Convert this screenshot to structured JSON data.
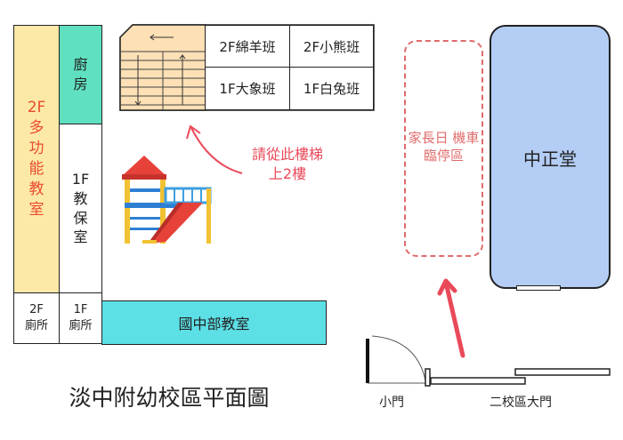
{
  "title": "淡中附幼校區平面圖",
  "rooms": {
    "multipurpose": "2F多功能教室",
    "kitchen": "廚房",
    "classroom_1f": "1F教保室",
    "toilet_2f": "2F 廁所",
    "toilet_1f": "1F 廁所",
    "junior_high": "國中部教室",
    "class_sheep": "2F綿羊班",
    "class_bear": "2F小熊班",
    "class_elephant": "1F大象班",
    "class_rabbit": "1F白兔班",
    "parking": "家長日 機車臨停區",
    "hall": "中正堂"
  },
  "note": "請從此樓梯 上2樓",
  "gates": {
    "small_gate": "小門",
    "main_gate": "二校區大門"
  },
  "colors": {
    "multipurpose": "#fde9a7",
    "multipurpose_text": "#ea4c2f",
    "kitchen": "#5fe0c0",
    "junior_high": "#5ce0e6",
    "hall": "#b3cdf5",
    "stairs": "#fde0b5",
    "accent_red": "#e94a5a",
    "parking_outline": "#e06b6b"
  }
}
